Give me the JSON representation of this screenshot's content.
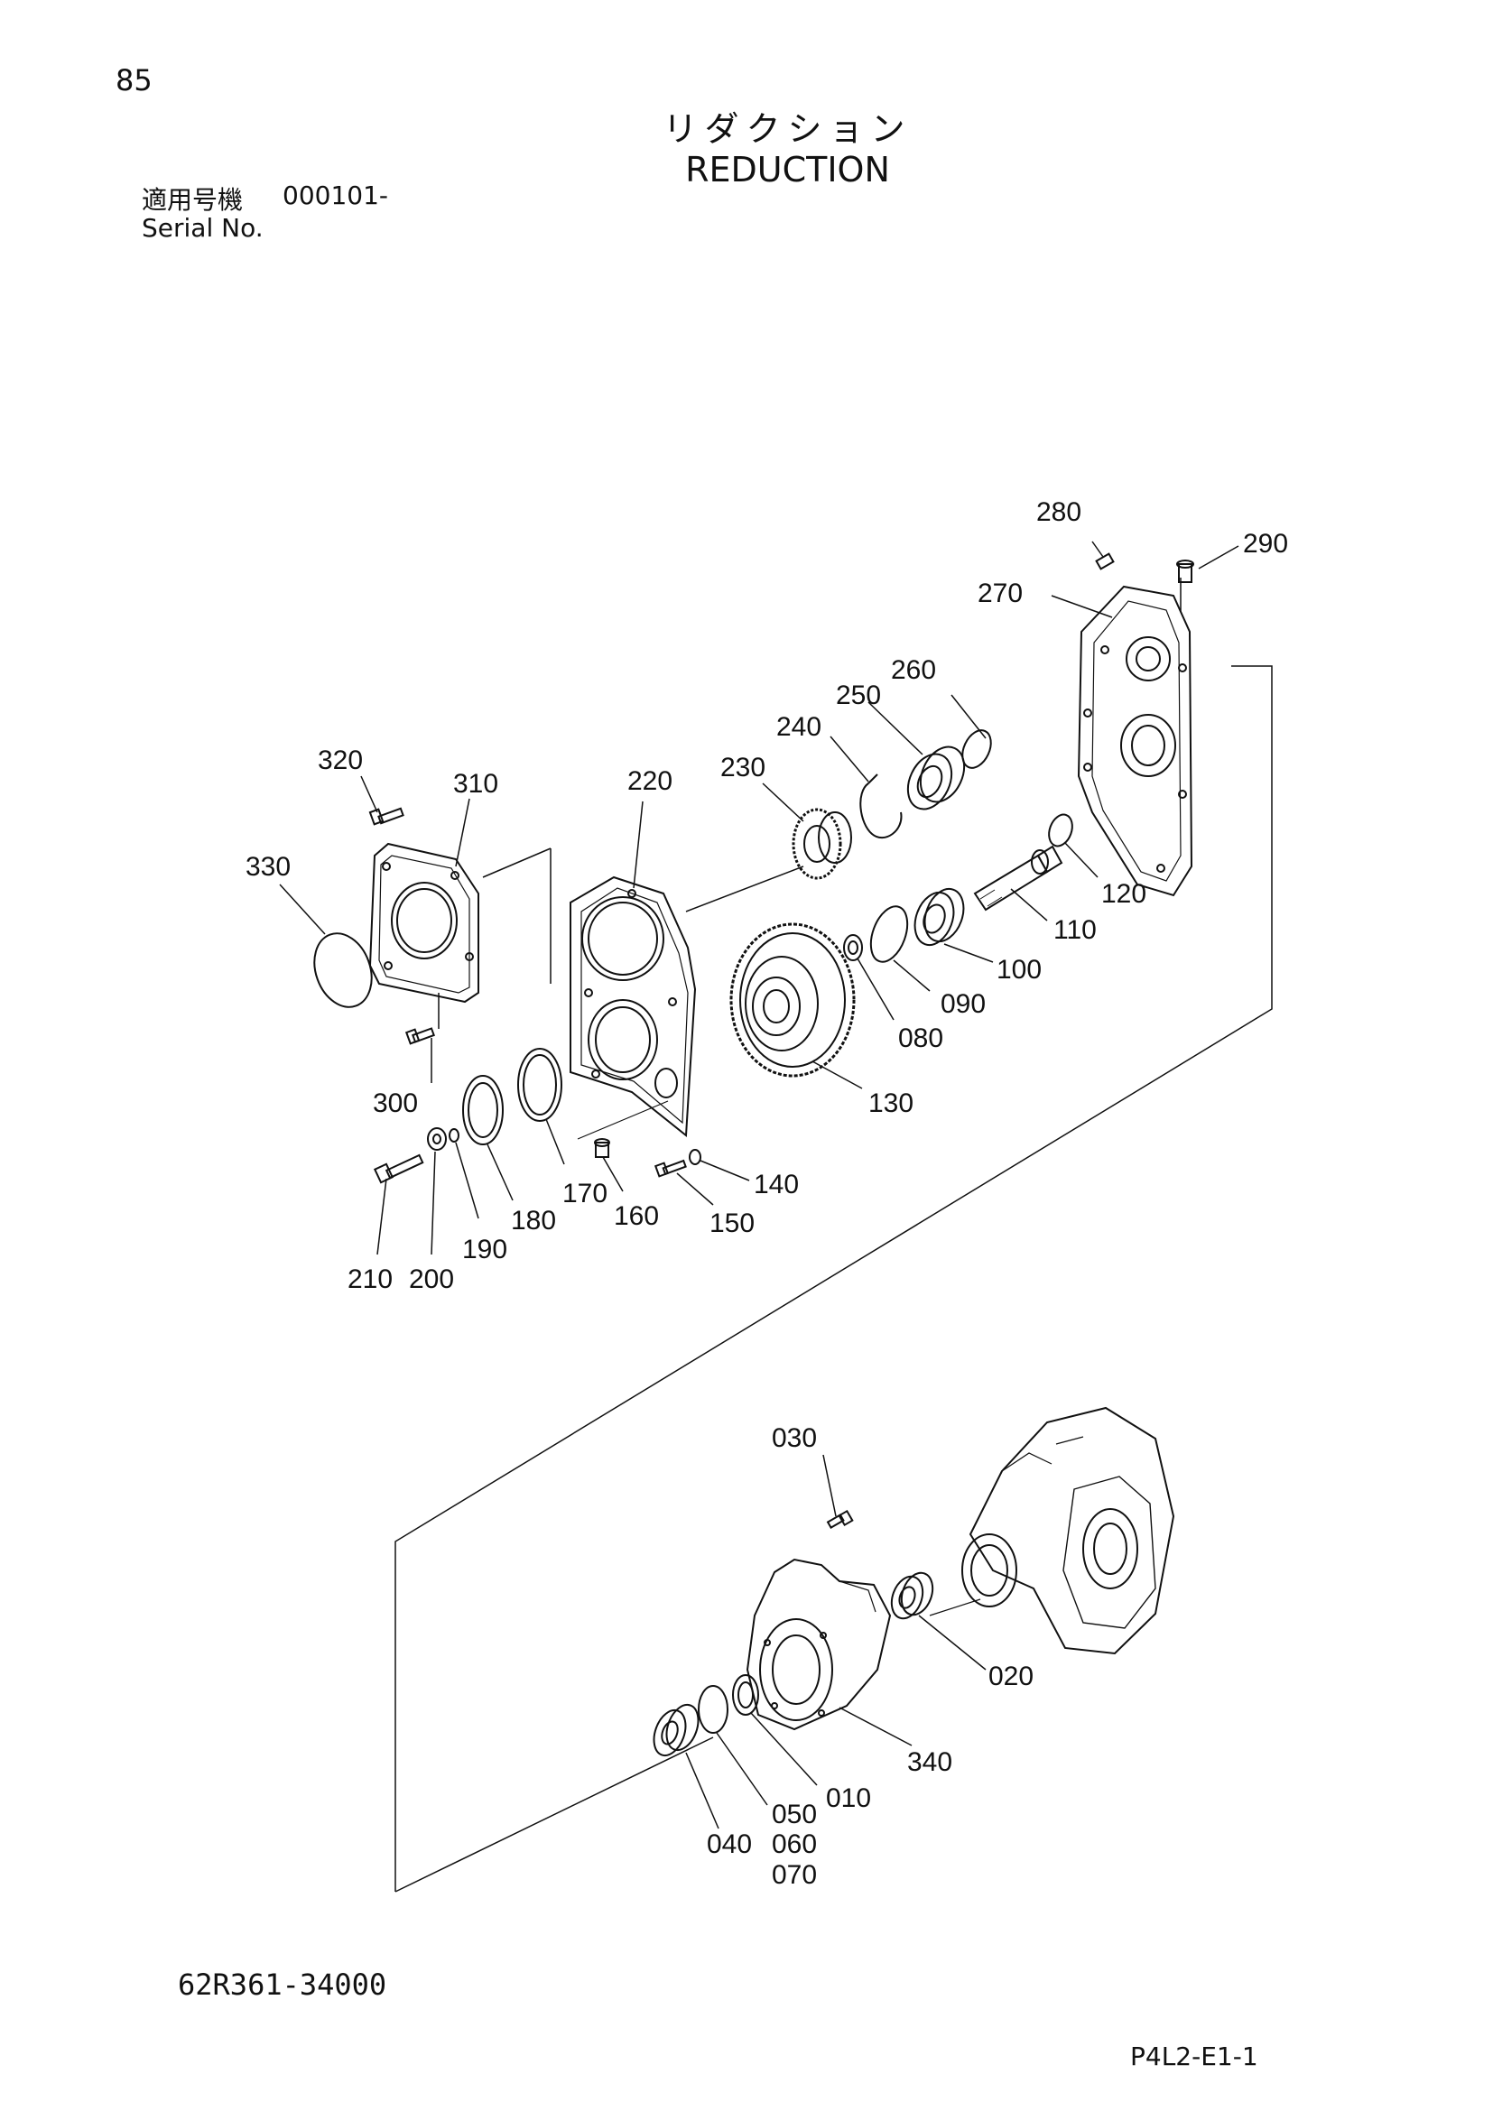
{
  "header": {
    "page_number": "85",
    "title_ja": "リダクション",
    "title_en": "REDUCTION",
    "serial_label_ja": "適用号機",
    "serial_value": "000101-",
    "serial_label_en": "Serial No."
  },
  "footer": {
    "drawing_number": "62R361-34000",
    "page_code": "P4L2-E1-1"
  },
  "callouts": [
    {
      "id": "c280",
      "label": "280"
    },
    {
      "id": "c290",
      "label": "290"
    },
    {
      "id": "c270",
      "label": "270"
    },
    {
      "id": "c260",
      "label": "260"
    },
    {
      "id": "c250",
      "label": "250"
    },
    {
      "id": "c240",
      "label": "240"
    },
    {
      "id": "c230",
      "label": "230"
    },
    {
      "id": "c220",
      "label": "220"
    },
    {
      "id": "c320",
      "label": "320"
    },
    {
      "id": "c310",
      "label": "310"
    },
    {
      "id": "c330",
      "label": "330"
    },
    {
      "id": "c120",
      "label": "120"
    },
    {
      "id": "c110",
      "label": "110"
    },
    {
      "id": "c100",
      "label": "100"
    },
    {
      "id": "c090",
      "label": "090"
    },
    {
      "id": "c080",
      "label": "080"
    },
    {
      "id": "c130",
      "label": "130"
    },
    {
      "id": "c300",
      "label": "300"
    },
    {
      "id": "c140",
      "label": "140"
    },
    {
      "id": "c150",
      "label": "150"
    },
    {
      "id": "c160",
      "label": "160"
    },
    {
      "id": "c170",
      "label": "170"
    },
    {
      "id": "c180",
      "label": "180"
    },
    {
      "id": "c190",
      "label": "190"
    },
    {
      "id": "c200",
      "label": "200"
    },
    {
      "id": "c210",
      "label": "210"
    },
    {
      "id": "c030",
      "label": "030"
    },
    {
      "id": "c020",
      "label": "020"
    },
    {
      "id": "c340",
      "label": "340"
    },
    {
      "id": "c010",
      "label": "010"
    },
    {
      "id": "c050",
      "label": "050"
    },
    {
      "id": "c060",
      "label": "060"
    },
    {
      "id": "c070",
      "label": "070"
    },
    {
      "id": "c040",
      "label": "040"
    }
  ]
}
